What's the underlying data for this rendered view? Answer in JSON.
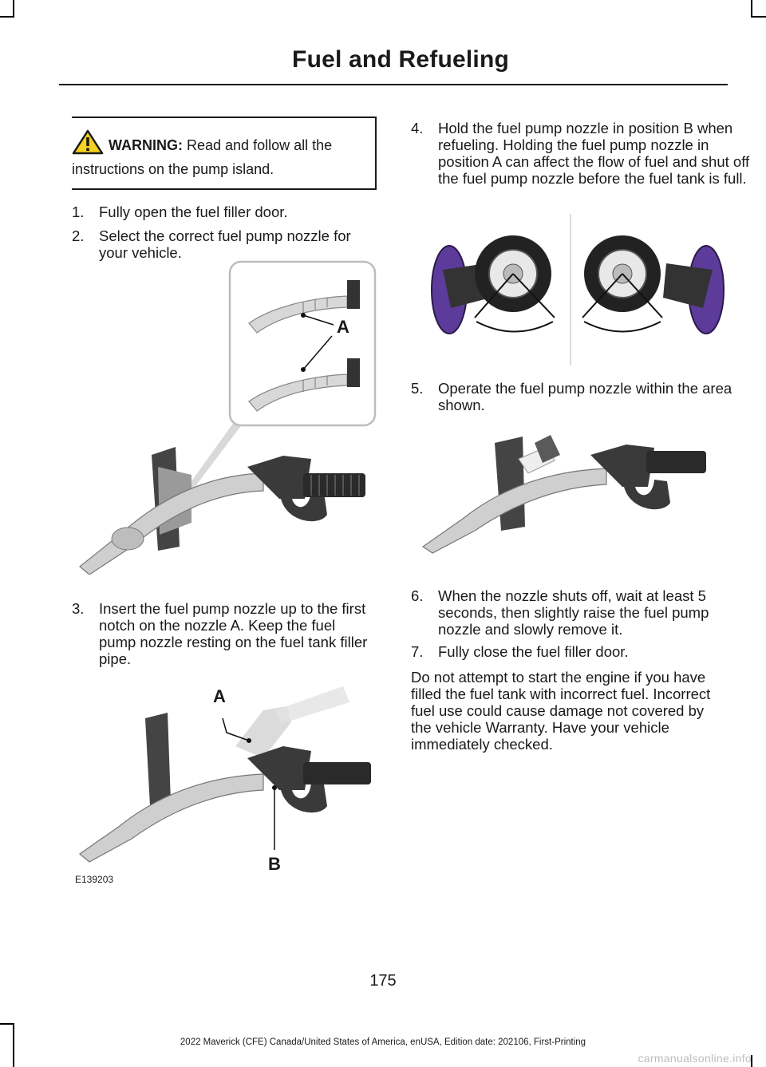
{
  "header": {
    "title": "Fuel and Refueling"
  },
  "warning": {
    "label": "WARNING:",
    "text": " Read and follow all the instructions on the pump island."
  },
  "steps_left": [
    {
      "num": "1.",
      "text": "Fully open the fuel filler door."
    },
    {
      "num": "2.",
      "text": "Select the correct fuel pump nozzle for your vehicle."
    },
    {
      "num": "3.",
      "text": "Insert the fuel pump nozzle up to the first notch on the nozzle A.  Keep the fuel pump nozzle resting on the fuel tank filler pipe."
    }
  ],
  "steps_right": [
    {
      "num": "4.",
      "text": "Hold the fuel pump nozzle in position B when refueling.  Holding the fuel pump nozzle in position A can affect the flow of fuel and shut off the fuel pump nozzle before the fuel tank is full."
    },
    {
      "num": "5.",
      "text": "Operate the fuel pump nozzle within the area shown."
    },
    {
      "num": "6.",
      "text": "When the nozzle shuts off, wait at least 5 seconds, then slightly raise the fuel pump nozzle and slowly remove it."
    },
    {
      "num": "7.",
      "text": "Fully close the fuel filler door."
    }
  ],
  "closing_paragraph": "Do not attempt to start the engine if you have filled the fuel tank with incorrect fuel. Incorrect fuel use could cause damage not covered by the vehicle Warranty. Have your vehicle immediately checked.",
  "figures": {
    "fig1_label_a": "A",
    "fig2_label_a": "A",
    "fig2_label_b": "B",
    "fig2_code": "E139203"
  },
  "page_number": "175",
  "footer": "2022 Maverick (CFE) Canada/United States of America, enUSA, Edition date: 202106, First-Printing",
  "watermark": "carmanualsonline.info"
}
